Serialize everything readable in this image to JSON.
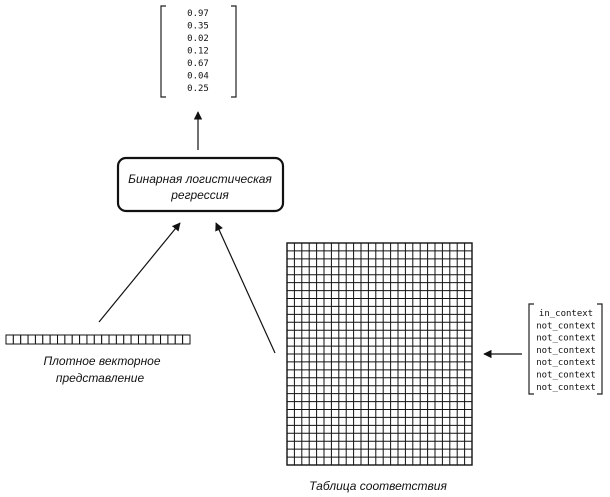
{
  "output_vector": {
    "values": [
      "0.97",
      "0.35",
      "0.02",
      "0.12",
      "0.67",
      "0.04",
      "0.25"
    ]
  },
  "logreg_box": {
    "line1": "Бинарная логистическая",
    "line2": "регрессия"
  },
  "dense_vector": {
    "cells": 25,
    "caption_line1": "Плотное векторное",
    "caption_line2": "представление"
  },
  "lookup_table": {
    "rows": 28,
    "cols": 25,
    "caption": "Таблица соответствия"
  },
  "context_labels": {
    "items": [
      "in_context",
      "not_context",
      "not_context",
      "not_context",
      "not_context",
      "not_context",
      "not_context"
    ]
  }
}
